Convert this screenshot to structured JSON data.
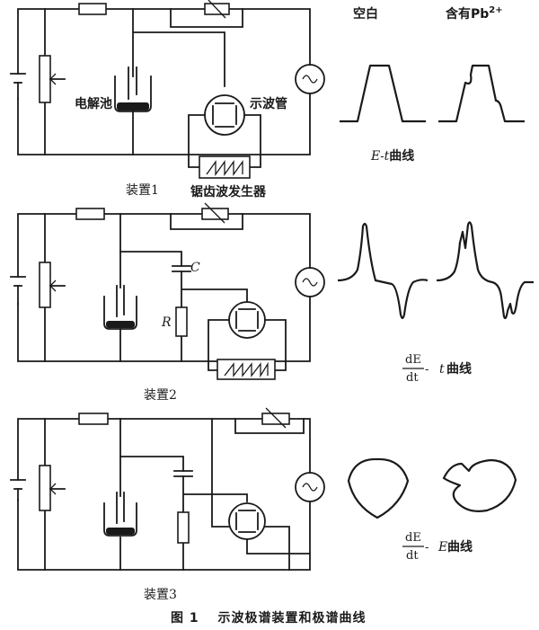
{
  "labels": {
    "electrolytic_cell": "电解池",
    "oscilloscope": "示波管",
    "sawtooth_generator": "锯齿波发生器",
    "device1": "装置1",
    "device2": "装置2",
    "device3": "装置3",
    "capacitor": "C",
    "resistor": "R",
    "blank": "空白",
    "contains": "含有Pb",
    "contains_sup": "2+",
    "curve1_E": "E",
    "curve1_rest": "-",
    "curve1_t": "t",
    "curve1_suffix": "曲线",
    "frac_num": "dE",
    "frac_den": "dt",
    "curve2_rest": " - ",
    "curve2_t": "t",
    "curve2_suffix": "曲线",
    "curve3_rest": " - ",
    "curve3_E": "E",
    "curve3_suffix": "曲线",
    "figure_caption": "图 1　 示波极谱装置和极谱曲线"
  }
}
